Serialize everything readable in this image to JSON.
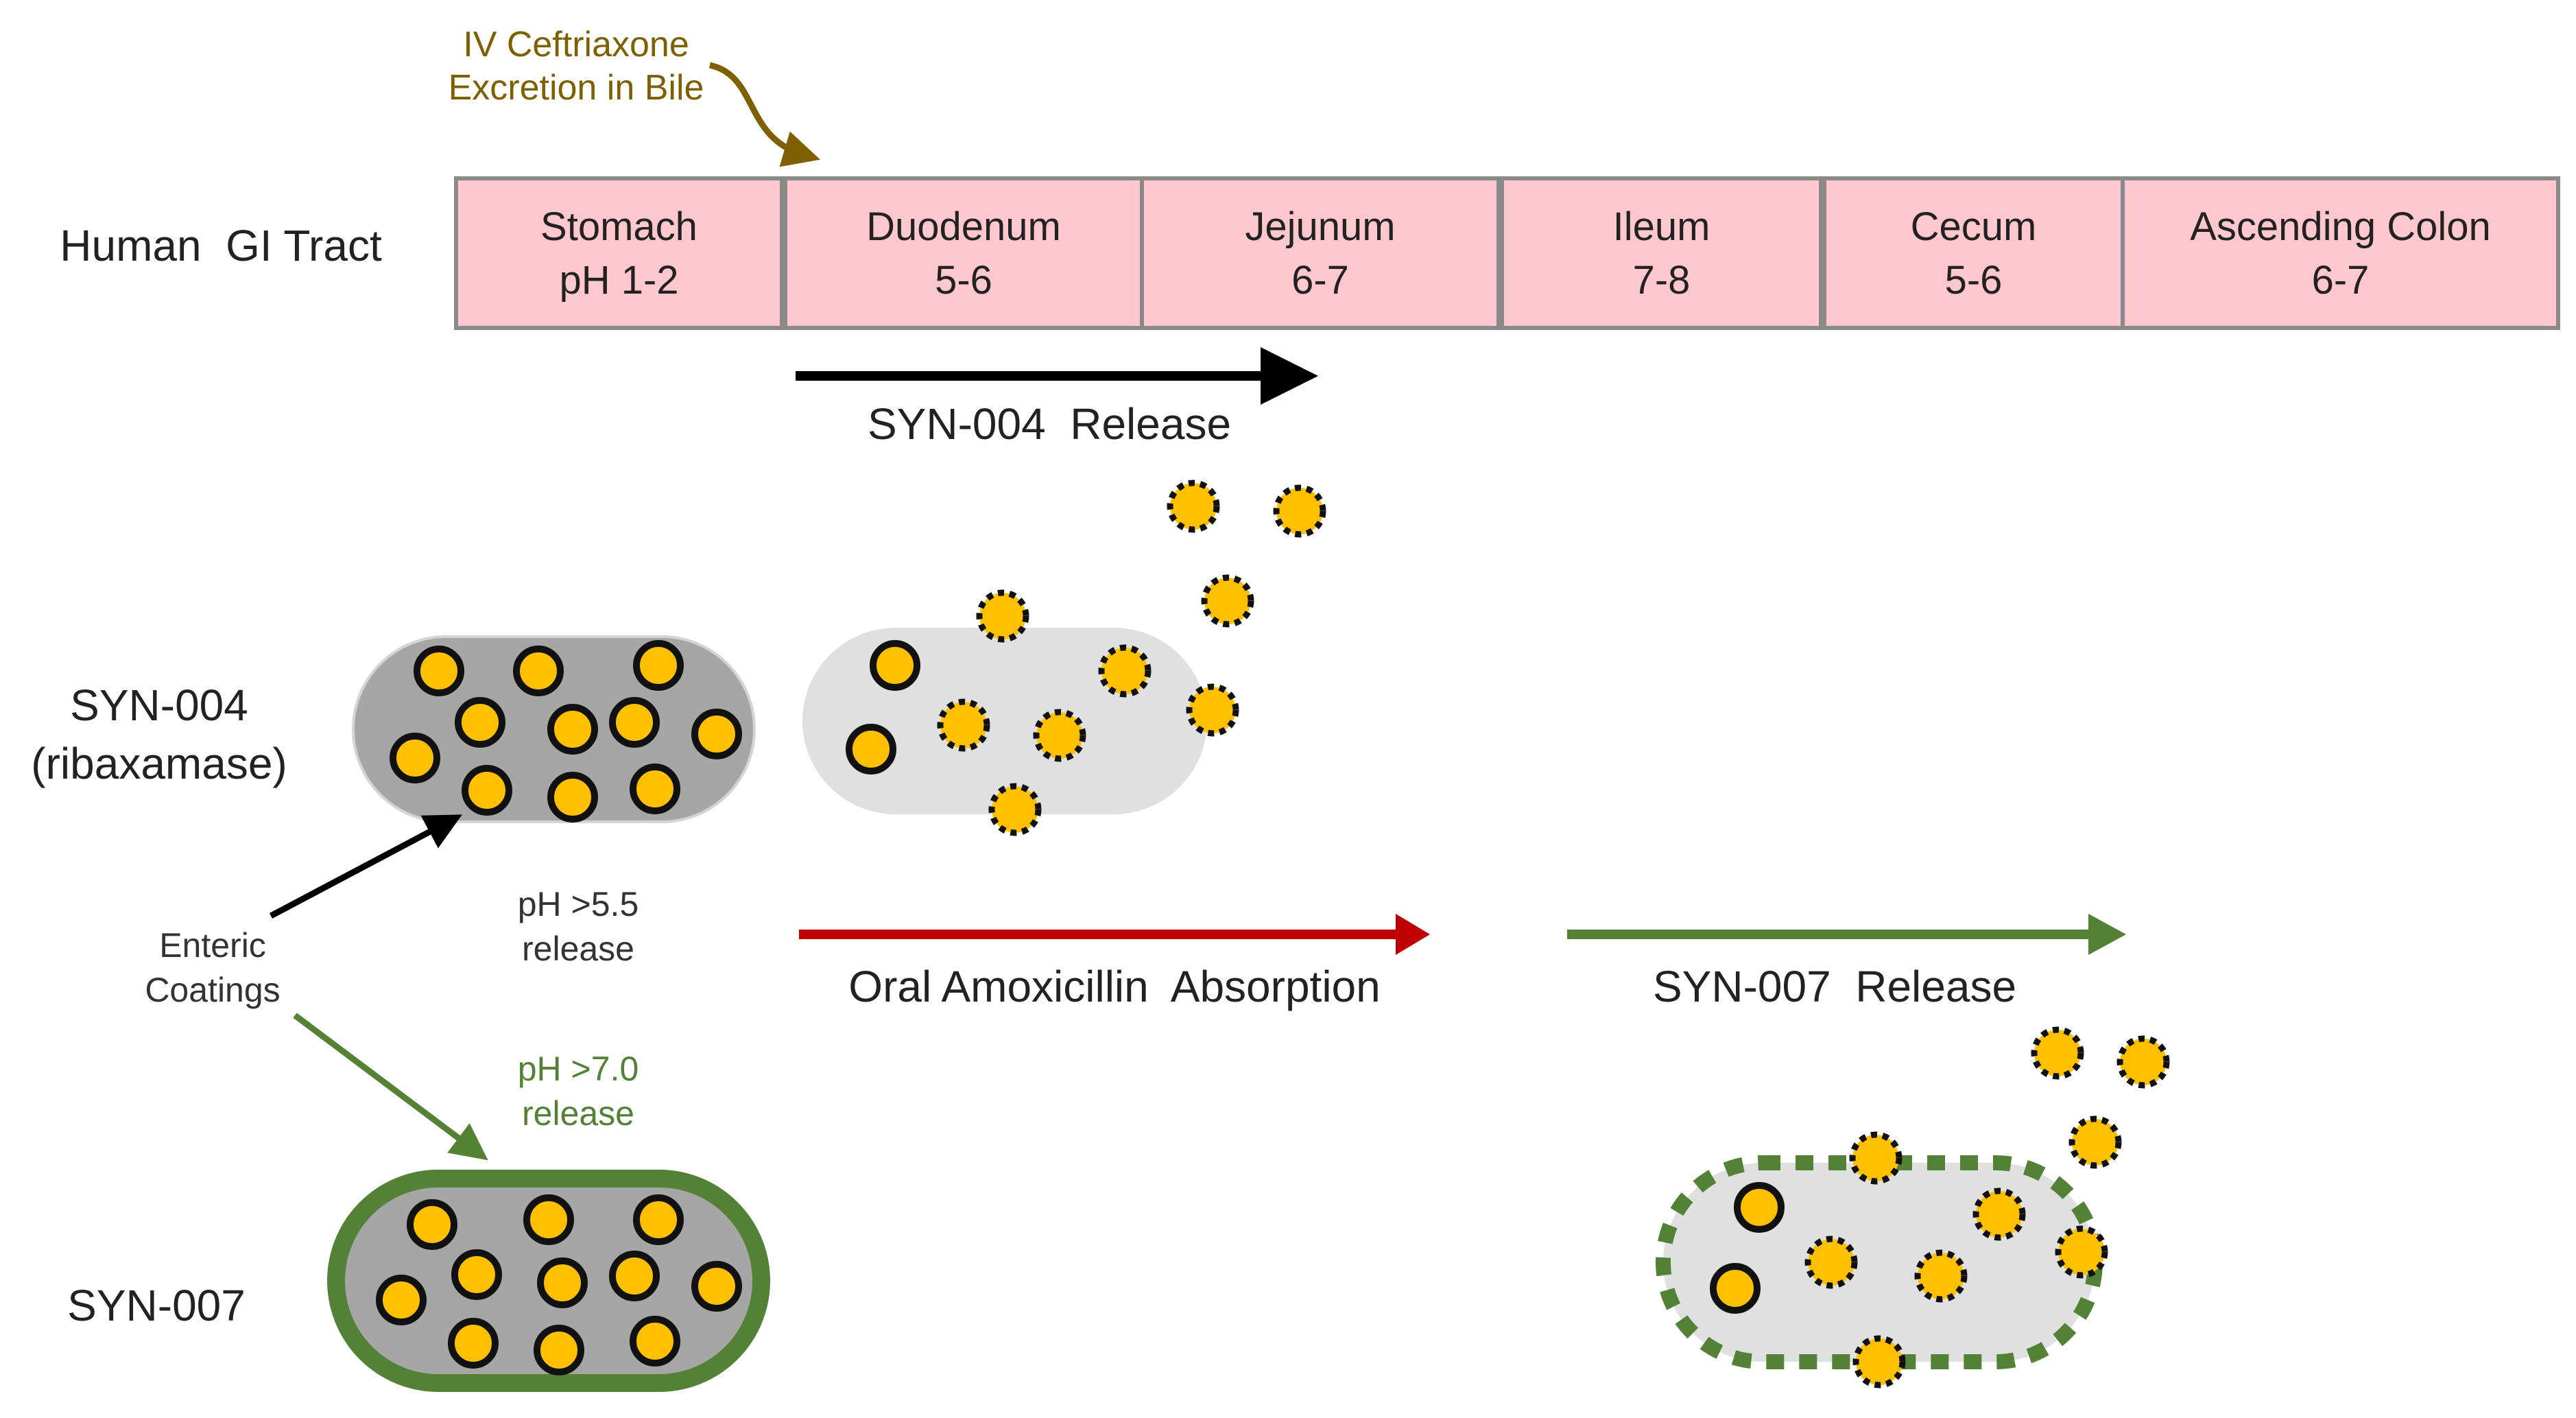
{
  "colors": {
    "segment_fill": "#ffc7ce",
    "segment_stroke": "#8a8a8a",
    "bead_fill": "#ffc000",
    "bead_stroke": "#111111",
    "capsule_dark": "#a6a6a6",
    "capsule_light": "#e0e0e0",
    "coating_green": "#538135",
    "arrow_black": "#000000",
    "arrow_red": "#c00000",
    "arrow_green": "#548235",
    "bile_brown": "#7f6000",
    "text_green": "#538135"
  },
  "ceftriaxone": {
    "line1": "IV Ceftriaxone",
    "line2": "Excretion in Bile"
  },
  "gi_tract": {
    "label": "Human  GI Tract",
    "segments": [
      {
        "name": "Stomach",
        "ph": "pH 1-2"
      },
      {
        "name": "Duodenum",
        "ph": "5-6"
      },
      {
        "name": "Jejunum",
        "ph": "6-7"
      },
      {
        "name": "Ileum",
        "ph": "7-8"
      },
      {
        "name": "Cecum",
        "ph": "5-6"
      },
      {
        "name": "Ascending Colon",
        "ph": "6-7"
      }
    ]
  },
  "syn004": {
    "label_line1": "SYN-004",
    "label_line2": "(ribaxamase)",
    "release_label": "SYN-004  Release",
    "ph_line1": "pH >5.5",
    "ph_line2": "release"
  },
  "syn007": {
    "label": "SYN-007",
    "release_label": "SYN-007  Release",
    "ph_line1": "pH >7.0",
    "ph_line2": "release"
  },
  "enteric": {
    "line1": "Enteric",
    "line2": "Coatings"
  },
  "amoxicillin": {
    "label": "Oral Amoxicillin  Absorption"
  },
  "icons": {
    "bead": "enzyme-bead-icon",
    "released_bead": "released-enzyme-icon"
  }
}
